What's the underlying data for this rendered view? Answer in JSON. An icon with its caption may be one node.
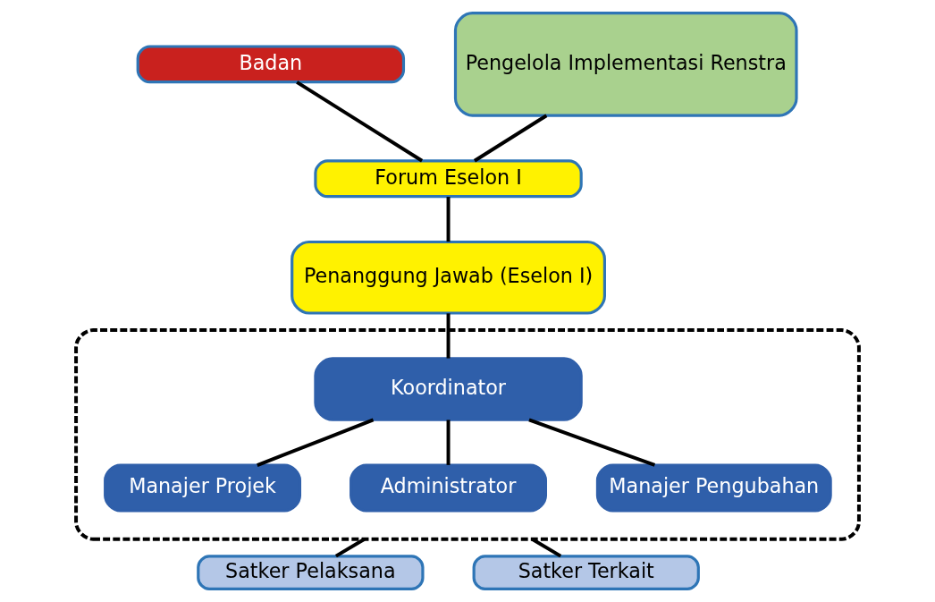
{
  "diagram": {
    "nodes": [
      {
        "text": [
          "Badan"
        ]
      },
      {
        "text": [
          "Forum Eselon I"
        ]
      },
      {
        "text": [
          "Pengelola Implementasi Renstra"
        ]
      },
      {
        "text": [
          "Penanggung Jawab (Eselon I)"
        ]
      },
      {
        "text": [],
        "shape": "box"
      },
      {
        "text": [
          "Koordinator"
        ],
        "in": 4
      },
      {
        "text": [
          "Manajer Projek"
        ],
        "in": 4
      },
      {
        "text": [
          "Administrator"
        ],
        "in": 4
      },
      {
        "text": [
          "Manajer Pengubahan"
        ],
        "in": 4
      },
      {
        "text": [
          "Satker Pelaksana"
        ]
      },
      {
        "text": [
          "Satker Terkait"
        ]
      }
    ],
    "edges": [
      {
        "from": 0,
        "to": 1,
        "arrow": "none"
      },
      {
        "from": 1,
        "to": 3,
        "arrow": "none"
      },
      {
        "from": 2,
        "to": 1,
        "arrow": "none"
      },
      {
        "from": 3,
        "to": 5,
        "arrow": "none"
      },
      {
        "from": 5,
        "to": 6,
        "arrow": "none"
      },
      {
        "from": 5,
        "to": 7,
        "arrow": "none"
      },
      {
        "from": 5,
        "to": 8,
        "arrow": "none"
      },
      {
        "from": 4,
        "to": 9,
        "arrow": "none"
      },
      {
        "from": 4,
        "to": 10,
        "arrow": "none"
      }
    ]
  }
}
